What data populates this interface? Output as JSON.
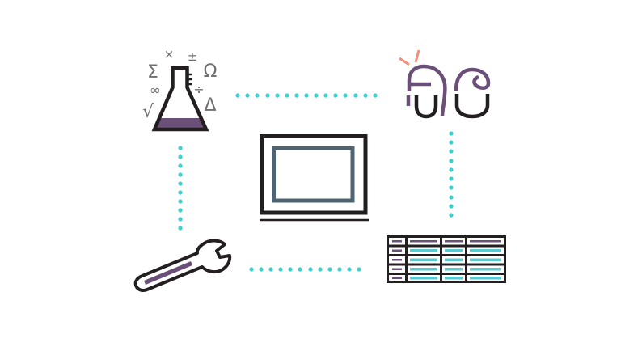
{
  "diagram": {
    "type": "cycle",
    "center": {
      "id": "computer",
      "label": "monitor-icon"
    },
    "nodes": [
      {
        "id": "science",
        "icon": "flask-icon",
        "symbols": [
          "×",
          "±",
          "Σ",
          "Ω",
          "∞",
          "÷",
          "√",
          "Δ"
        ]
      },
      {
        "id": "people",
        "icon": "people-icon"
      },
      {
        "id": "data",
        "icon": "data-table-icon",
        "rows": 5,
        "columns": 4
      },
      {
        "id": "tools",
        "icon": "wrench-icon"
      }
    ],
    "connectors": [
      {
        "from": "science",
        "to": "people",
        "style": "dotted",
        "dots": 15
      },
      {
        "from": "people",
        "to": "data",
        "style": "dotted",
        "dots": 10
      },
      {
        "from": "data",
        "to": "tools",
        "style": "dotted",
        "dots": 12
      },
      {
        "from": "tools",
        "to": "science",
        "style": "dotted",
        "dots": 10
      }
    ]
  },
  "colors": {
    "dot": "#3ecfcc",
    "outline": "#231f20",
    "purple": "#6a5078",
    "teal": "#5cc8d0",
    "slate": "#4f6472",
    "symbol_gray": "#6f6f6f",
    "spark": "#f0917a"
  }
}
